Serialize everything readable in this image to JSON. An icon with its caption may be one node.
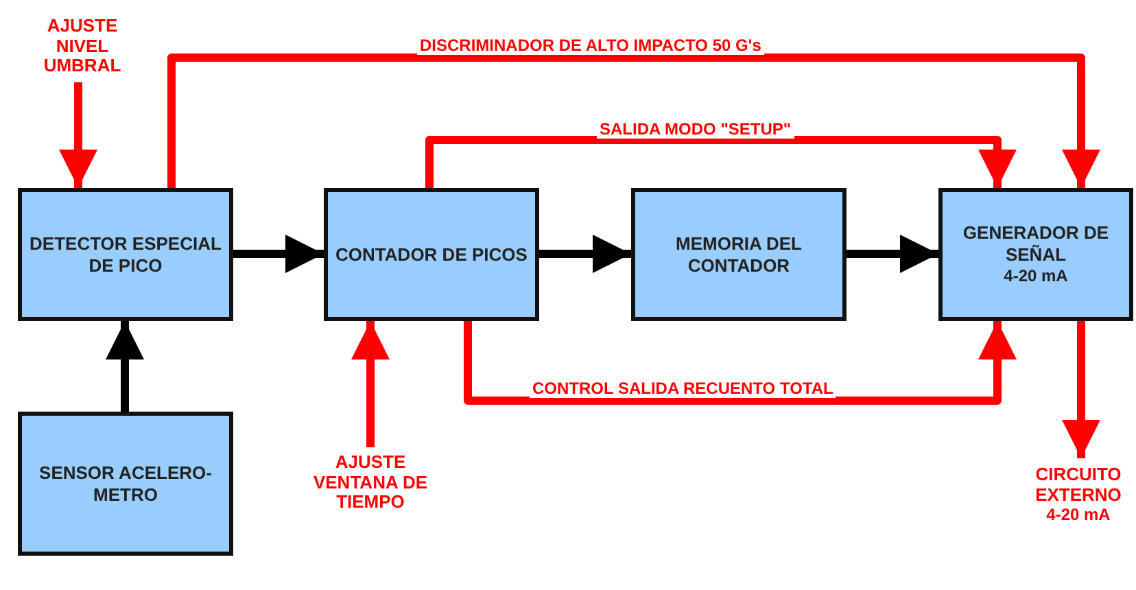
{
  "diagram": {
    "nodes": [
      {
        "text": [
          "AJUSTE NIVEL UMBRAL"
        ]
      },
      {
        "text": [
          "DETECTOR ESPECIAL DE PICO"
        ]
      },
      {
        "text": [
          "CONTADOR DE PICOS"
        ]
      },
      {
        "text": [
          "MEMORIA DEL CONTADOR"
        ]
      },
      {
        "text": [
          "GENERADOR DE SEÑAL",
          "4-20 mA"
        ]
      },
      {
        "text": [
          "SENSOR ACELERO- METRO"
        ]
      },
      {
        "text": [
          "AJUSTE VENTANA DE TIEMPO"
        ]
      },
      {
        "text": [
          "CIRCUITO EXTERNO",
          "4-20 mA"
        ]
      }
    ],
    "edges": [
      {
        "from": 0,
        "to": 1,
        "arrow": "to"
      },
      {
        "from": 1,
        "to": 4,
        "arrow": "to",
        "label": "DISCRIMINADOR DE ALTO IMPACTO 50 G's"
      },
      {
        "from": 2,
        "to": 4,
        "arrow": "to",
        "label": "SALIDA MODO \"SETUP\""
      },
      {
        "from": 1,
        "to": 2,
        "arrow": "to",
        "color": "#000000"
      },
      {
        "from": 2,
        "to": 3,
        "arrow": "to",
        "color": "#000000"
      },
      {
        "from": 3,
        "to": 4,
        "arrow": "to",
        "color": "#000000"
      },
      {
        "from": 5,
        "to": 1,
        "arrow": "to",
        "color": "#000000"
      },
      {
        "from": 6,
        "to": 2,
        "arrow": "to"
      },
      {
        "from": 2,
        "to": 4,
        "arrow": "to",
        "label": "CONTROL SALIDA RECUENTO TOTAL"
      },
      {
        "from": 4,
        "to": 7,
        "arrow": "to"
      }
    ]
  }
}
